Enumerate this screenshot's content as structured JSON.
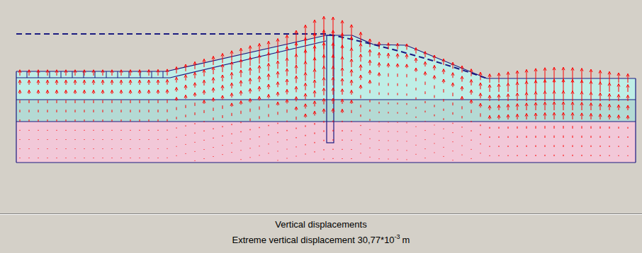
{
  "diagram": {
    "labels": [
      "Vertical displacements",
      "Extreme vertical displacement 30,77*10",
      "-3",
      "m"
    ]
  }
}
